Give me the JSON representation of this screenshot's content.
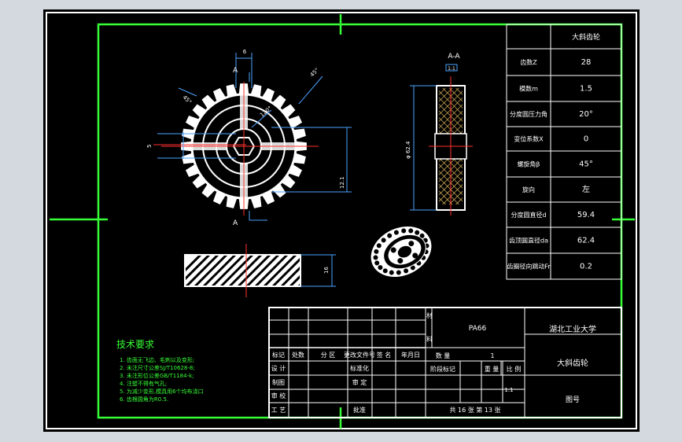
{
  "title_block_part": "大斜齿轮",
  "params": [
    {
      "label": "齿数Z",
      "value": "28"
    },
    {
      "label": "模数m",
      "value": "1.5"
    },
    {
      "label": "分度圆压力角",
      "value": "20°"
    },
    {
      "label": "变位系数X",
      "value": "0"
    },
    {
      "label": "螺旋角β",
      "value": "45°"
    },
    {
      "label": "旋向",
      "value": "左"
    },
    {
      "label": "分度圆直径d",
      "value": "59.4"
    },
    {
      "label": "齿顶圆直径da",
      "value": "62.4"
    },
    {
      "label": "齿圈径向跳动Fr",
      "value": "0.2"
    }
  ],
  "section_label": "A-A",
  "section_scale": "1:1",
  "view_label_top": "A",
  "view_label_bottom": "A",
  "dims": {
    "top": "6",
    "face_width": "16",
    "section_dia": "φ 62.4",
    "keyway": "5",
    "bore": "12.1",
    "angle_a": "45°",
    "angle_b": "45°",
    "angle_c": "120°"
  },
  "tech_title": "技术要求",
  "tech_items": [
    "1. 齿面无飞边、毛刺以及变形;",
    "2. 未注尺寸公差SJ/T10628-8;",
    "3. 未注形位公差GB/T1184-k;",
    "4. 注塑不得有气孔;",
    "5. 为减少变形,模具用6个均布浇口",
    "6. 齿根圆角为R0.5."
  ],
  "title_block": {
    "material": "PA66",
    "university": "湖北工业大学",
    "part_name": "大斜齿轮",
    "drawing_no": "图号",
    "h_mark": "标记",
    "h_count": "处数",
    "h_zone": "分 区",
    "h_docno": "更改文件号",
    "h_sign": "签 名",
    "h_date": "年月日",
    "r_design": "设 计",
    "r_standard": "标准化",
    "r_draw": "制图",
    "r_review": "审 定",
    "r_check": "审 校",
    "r_craft": "工 艺",
    "r_approve": "批准",
    "stage_mark": "阶段标记",
    "weight": "重 量",
    "scale": "比 例",
    "scale_val": "1:1",
    "qty": "数 量",
    "qty_val": "1",
    "sheets": "共 16 张 第 13 张",
    "mat_char_1": "材",
    "mat_char_2": "料"
  }
}
